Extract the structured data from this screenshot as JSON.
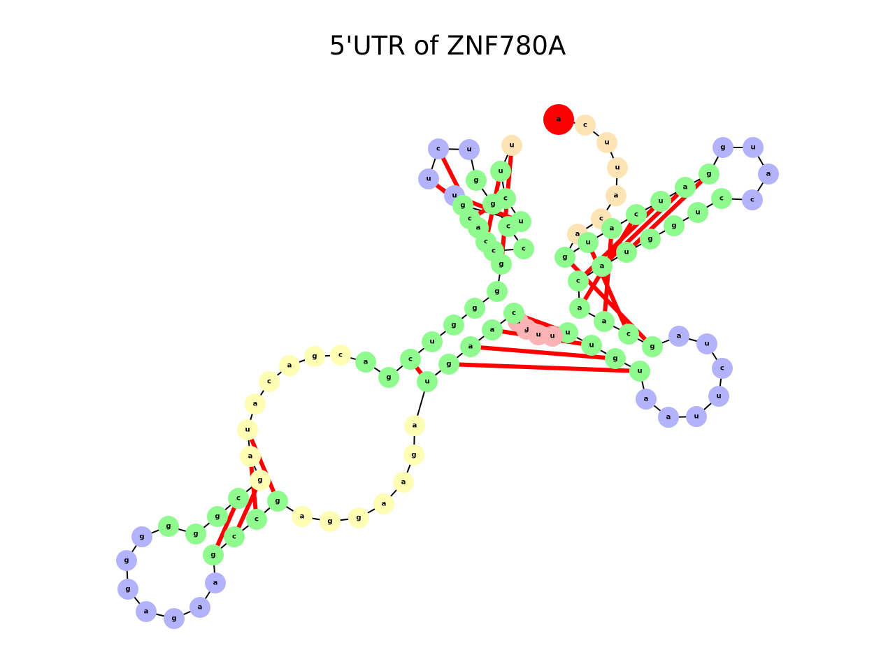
{
  "title": "5'UTR of ZNF780A",
  "colors": {
    "stem": "#8ffb8f",
    "hairpin": "#b3b3fb",
    "multiloop": "#fdfdb3",
    "unpaired": "#fee3b4",
    "interior": "#fbb3b3",
    "start": "#ff0000",
    "end": "#008000",
    "pair_edge": "#ff0000",
    "backbone": "#000000"
  },
  "nucleotides": [
    {
      "b": "a",
      "t": "start"
    },
    {
      "b": "c",
      "t": "unpaired"
    },
    {
      "b": "u",
      "t": "unpaired"
    },
    {
      "b": "u",
      "t": "unpaired"
    },
    {
      "b": "a",
      "t": "unpaired"
    },
    {
      "b": "c",
      "t": "unpaired"
    },
    {
      "b": "a",
      "t": "unpaired"
    },
    {
      "b": "g",
      "t": "stem"
    },
    {
      "b": "u",
      "t": "stem"
    },
    {
      "b": "a",
      "t": "stem"
    },
    {
      "b": "c",
      "t": "stem"
    },
    {
      "b": "u",
      "t": "stem"
    },
    {
      "b": "a",
      "t": "stem"
    },
    {
      "b": "g",
      "t": "stem"
    },
    {
      "b": "g",
      "t": "hairpin"
    },
    {
      "b": "u",
      "t": "hairpin"
    },
    {
      "b": "a",
      "t": "hairpin"
    },
    {
      "b": "c",
      "t": "hairpin"
    },
    {
      "b": "c",
      "t": "stem"
    },
    {
      "b": "u",
      "t": "stem"
    },
    {
      "b": "g",
      "t": "stem"
    },
    {
      "b": "g",
      "t": "stem"
    },
    {
      "b": "u",
      "t": "stem"
    },
    {
      "b": "a",
      "t": "stem"
    },
    {
      "b": "c",
      "t": "stem"
    },
    {
      "b": "a",
      "t": "stem"
    },
    {
      "b": "a",
      "t": "stem"
    },
    {
      "b": "c",
      "t": "stem"
    },
    {
      "b": "g",
      "t": "stem"
    },
    {
      "b": "a",
      "t": "hairpin"
    },
    {
      "b": "u",
      "t": "hairpin"
    },
    {
      "b": "c",
      "t": "hairpin"
    },
    {
      "b": "u",
      "t": "hairpin"
    },
    {
      "b": "u",
      "t": "hairpin"
    },
    {
      "b": "a",
      "t": "hairpin"
    },
    {
      "b": "a",
      "t": "hairpin"
    },
    {
      "b": "u",
      "t": "stem"
    },
    {
      "b": "g",
      "t": "stem"
    },
    {
      "b": "u",
      "t": "stem"
    },
    {
      "b": "u",
      "t": "stem"
    },
    {
      "b": "u",
      "t": "interior"
    },
    {
      "b": "u",
      "t": "interior"
    },
    {
      "b": "g",
      "t": "interior"
    },
    {
      "b": "a",
      "t": "interior"
    },
    {
      "b": "c",
      "t": "stem"
    },
    {
      "b": "a",
      "t": "stem"
    },
    {
      "b": "a",
      "t": "stem"
    },
    {
      "b": "g",
      "t": "stem"
    },
    {
      "b": "u",
      "t": "stem"
    },
    {
      "b": "a",
      "t": "multiloop"
    },
    {
      "b": "g",
      "t": "multiloop"
    },
    {
      "b": "a",
      "t": "multiloop"
    },
    {
      "b": "a",
      "t": "multiloop"
    },
    {
      "b": "g",
      "t": "multiloop"
    },
    {
      "b": "g",
      "t": "multiloop"
    },
    {
      "b": "a",
      "t": "multiloop"
    },
    {
      "b": "g",
      "t": "stem"
    },
    {
      "b": "c",
      "t": "stem"
    },
    {
      "b": "c",
      "t": "stem"
    },
    {
      "b": "g",
      "t": "stem"
    },
    {
      "b": "a",
      "t": "hairpin"
    },
    {
      "b": "a",
      "t": "hairpin"
    },
    {
      "b": "g",
      "t": "hairpin"
    },
    {
      "b": "a",
      "t": "hairpin"
    },
    {
      "b": "g",
      "t": "hairpin"
    },
    {
      "b": "g",
      "t": "hairpin"
    },
    {
      "b": "g",
      "t": "hairpin"
    },
    {
      "b": "g",
      "t": "stem"
    },
    {
      "b": "g",
      "t": "stem"
    },
    {
      "b": "g",
      "t": "stem"
    },
    {
      "b": "c",
      "t": "stem"
    },
    {
      "b": "g",
      "t": "multiloop"
    },
    {
      "b": "a",
      "t": "multiloop"
    },
    {
      "b": "u",
      "t": "multiloop"
    },
    {
      "b": "a",
      "t": "multiloop"
    },
    {
      "b": "c",
      "t": "multiloop"
    },
    {
      "b": "a",
      "t": "multiloop"
    },
    {
      "b": "g",
      "t": "multiloop"
    },
    {
      "b": "c",
      "t": "multiloop"
    },
    {
      "b": "a",
      "t": "stem"
    },
    {
      "b": "g",
      "t": "stem"
    },
    {
      "b": "c",
      "t": "stem"
    },
    {
      "b": "u",
      "t": "stem"
    },
    {
      "b": "g",
      "t": "stem"
    },
    {
      "b": "g",
      "t": "stem"
    },
    {
      "b": "g",
      "t": "stem"
    },
    {
      "b": "g",
      "t": "stem"
    },
    {
      "b": "c",
      "t": "stem"
    },
    {
      "b": "c",
      "t": "stem"
    },
    {
      "b": "u",
      "t": "hairpin"
    },
    {
      "b": "u",
      "t": "hairpin"
    },
    {
      "b": "c",
      "t": "hairpin"
    },
    {
      "b": "u",
      "t": "hairpin"
    },
    {
      "b": "g",
      "t": "stem"
    },
    {
      "b": "g",
      "t": "stem"
    },
    {
      "b": "c",
      "t": "stem"
    },
    {
      "b": "c",
      "t": "stem"
    },
    {
      "b": "c",
      "t": "stem"
    },
    {
      "b": "a",
      "t": "stem"
    },
    {
      "b": "g",
      "t": "stem"
    },
    {
      "b": "u",
      "t": "stem"
    },
    {
      "b": "c",
      "t": "stem"
    },
    {
      "b": "u",
      "t": "stem"
    },
    {
      "b": "u",
      "t": "unpaired"
    },
    {
      "b": "c",
      "t": "unpaired"
    },
    {
      "b": "a",
      "t": "end"
    }
  ],
  "pairs": [
    [
      7,
      28
    ],
    [
      8,
      27
    ],
    [
      9,
      26
    ],
    [
      10,
      25
    ],
    [
      11,
      24
    ],
    [
      12,
      23
    ],
    [
      13,
      22
    ],
    [
      36,
      47
    ],
    [
      37,
      46
    ],
    [
      38,
      45
    ],
    [
      39,
      44
    ],
    [
      48,
      81
    ],
    [
      56,
      73
    ],
    [
      57,
      72
    ],
    [
      58,
      71
    ],
    [
      59,
      70
    ],
    [
      82,
      107
    ],
    [
      83,
      106
    ],
    [
      84,
      105
    ],
    [
      85,
      104
    ],
    [
      86,
      103
    ],
    [
      87,
      102
    ],
    [
      88,
      101
    ],
    [
      89,
      100
    ],
    [
      90,
      99
    ],
    [
      91,
      98
    ]
  ]
}
